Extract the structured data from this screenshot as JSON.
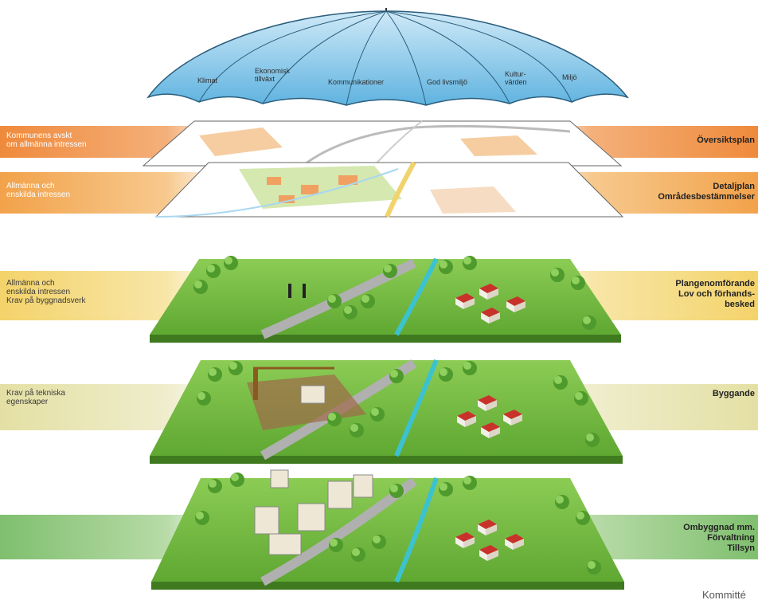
{
  "umbrella": {
    "segments": [
      "Klimat",
      "Ekonomisk tillväxt",
      "Kommunikationer",
      "God livsmiljö",
      "Kultur-värden",
      "Miljö"
    ]
  },
  "layers": [
    {
      "left": [
        "Kommunens avskt",
        "om allmänna intressen"
      ],
      "right": [
        "Översiktsplan"
      ],
      "color": "#ef8a3c"
    },
    {
      "left": [
        "Allmänna och",
        "enskilda intressen"
      ],
      "right": [
        "Detaljplan",
        "Områdesbestämmelser"
      ],
      "color": "#f2a24a"
    },
    {
      "left": [
        "Allmänna och",
        "enskilda intressen",
        "Krav på byggnadsverk"
      ],
      "right": [
        "Plangenomförande",
        "Lov och förhands-",
        "besked"
      ],
      "color": "#f3d36a"
    },
    {
      "left": [
        "Krav på tekniska",
        "egenskaper"
      ],
      "right": [
        "Byggande"
      ],
      "color": "#e4e0a4"
    },
    {
      "left": [],
      "right": [
        "Ombyggnad mm.",
        "Förvaltning",
        "Tillsyn"
      ],
      "color": "#7fbf6e"
    }
  ],
  "caption": "Kommitté"
}
